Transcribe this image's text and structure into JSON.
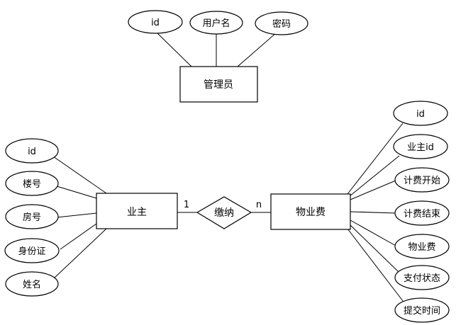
{
  "entities": {
    "admin": {
      "label": "管理员",
      "attributes": [
        "id",
        "用户名",
        "密码"
      ]
    },
    "owner": {
      "label": "业主",
      "attributes": [
        "id",
        "楼号",
        "房号",
        "身份证",
        "姓名"
      ]
    },
    "fee": {
      "label": "物业费",
      "attributes": [
        "id",
        "业主id",
        "计费开始",
        "计费结束",
        "物业费",
        "支付状态",
        "提交时间"
      ]
    }
  },
  "relationship": {
    "label": "缴纳",
    "owner_cardinality": "1",
    "fee_cardinality": "n"
  }
}
